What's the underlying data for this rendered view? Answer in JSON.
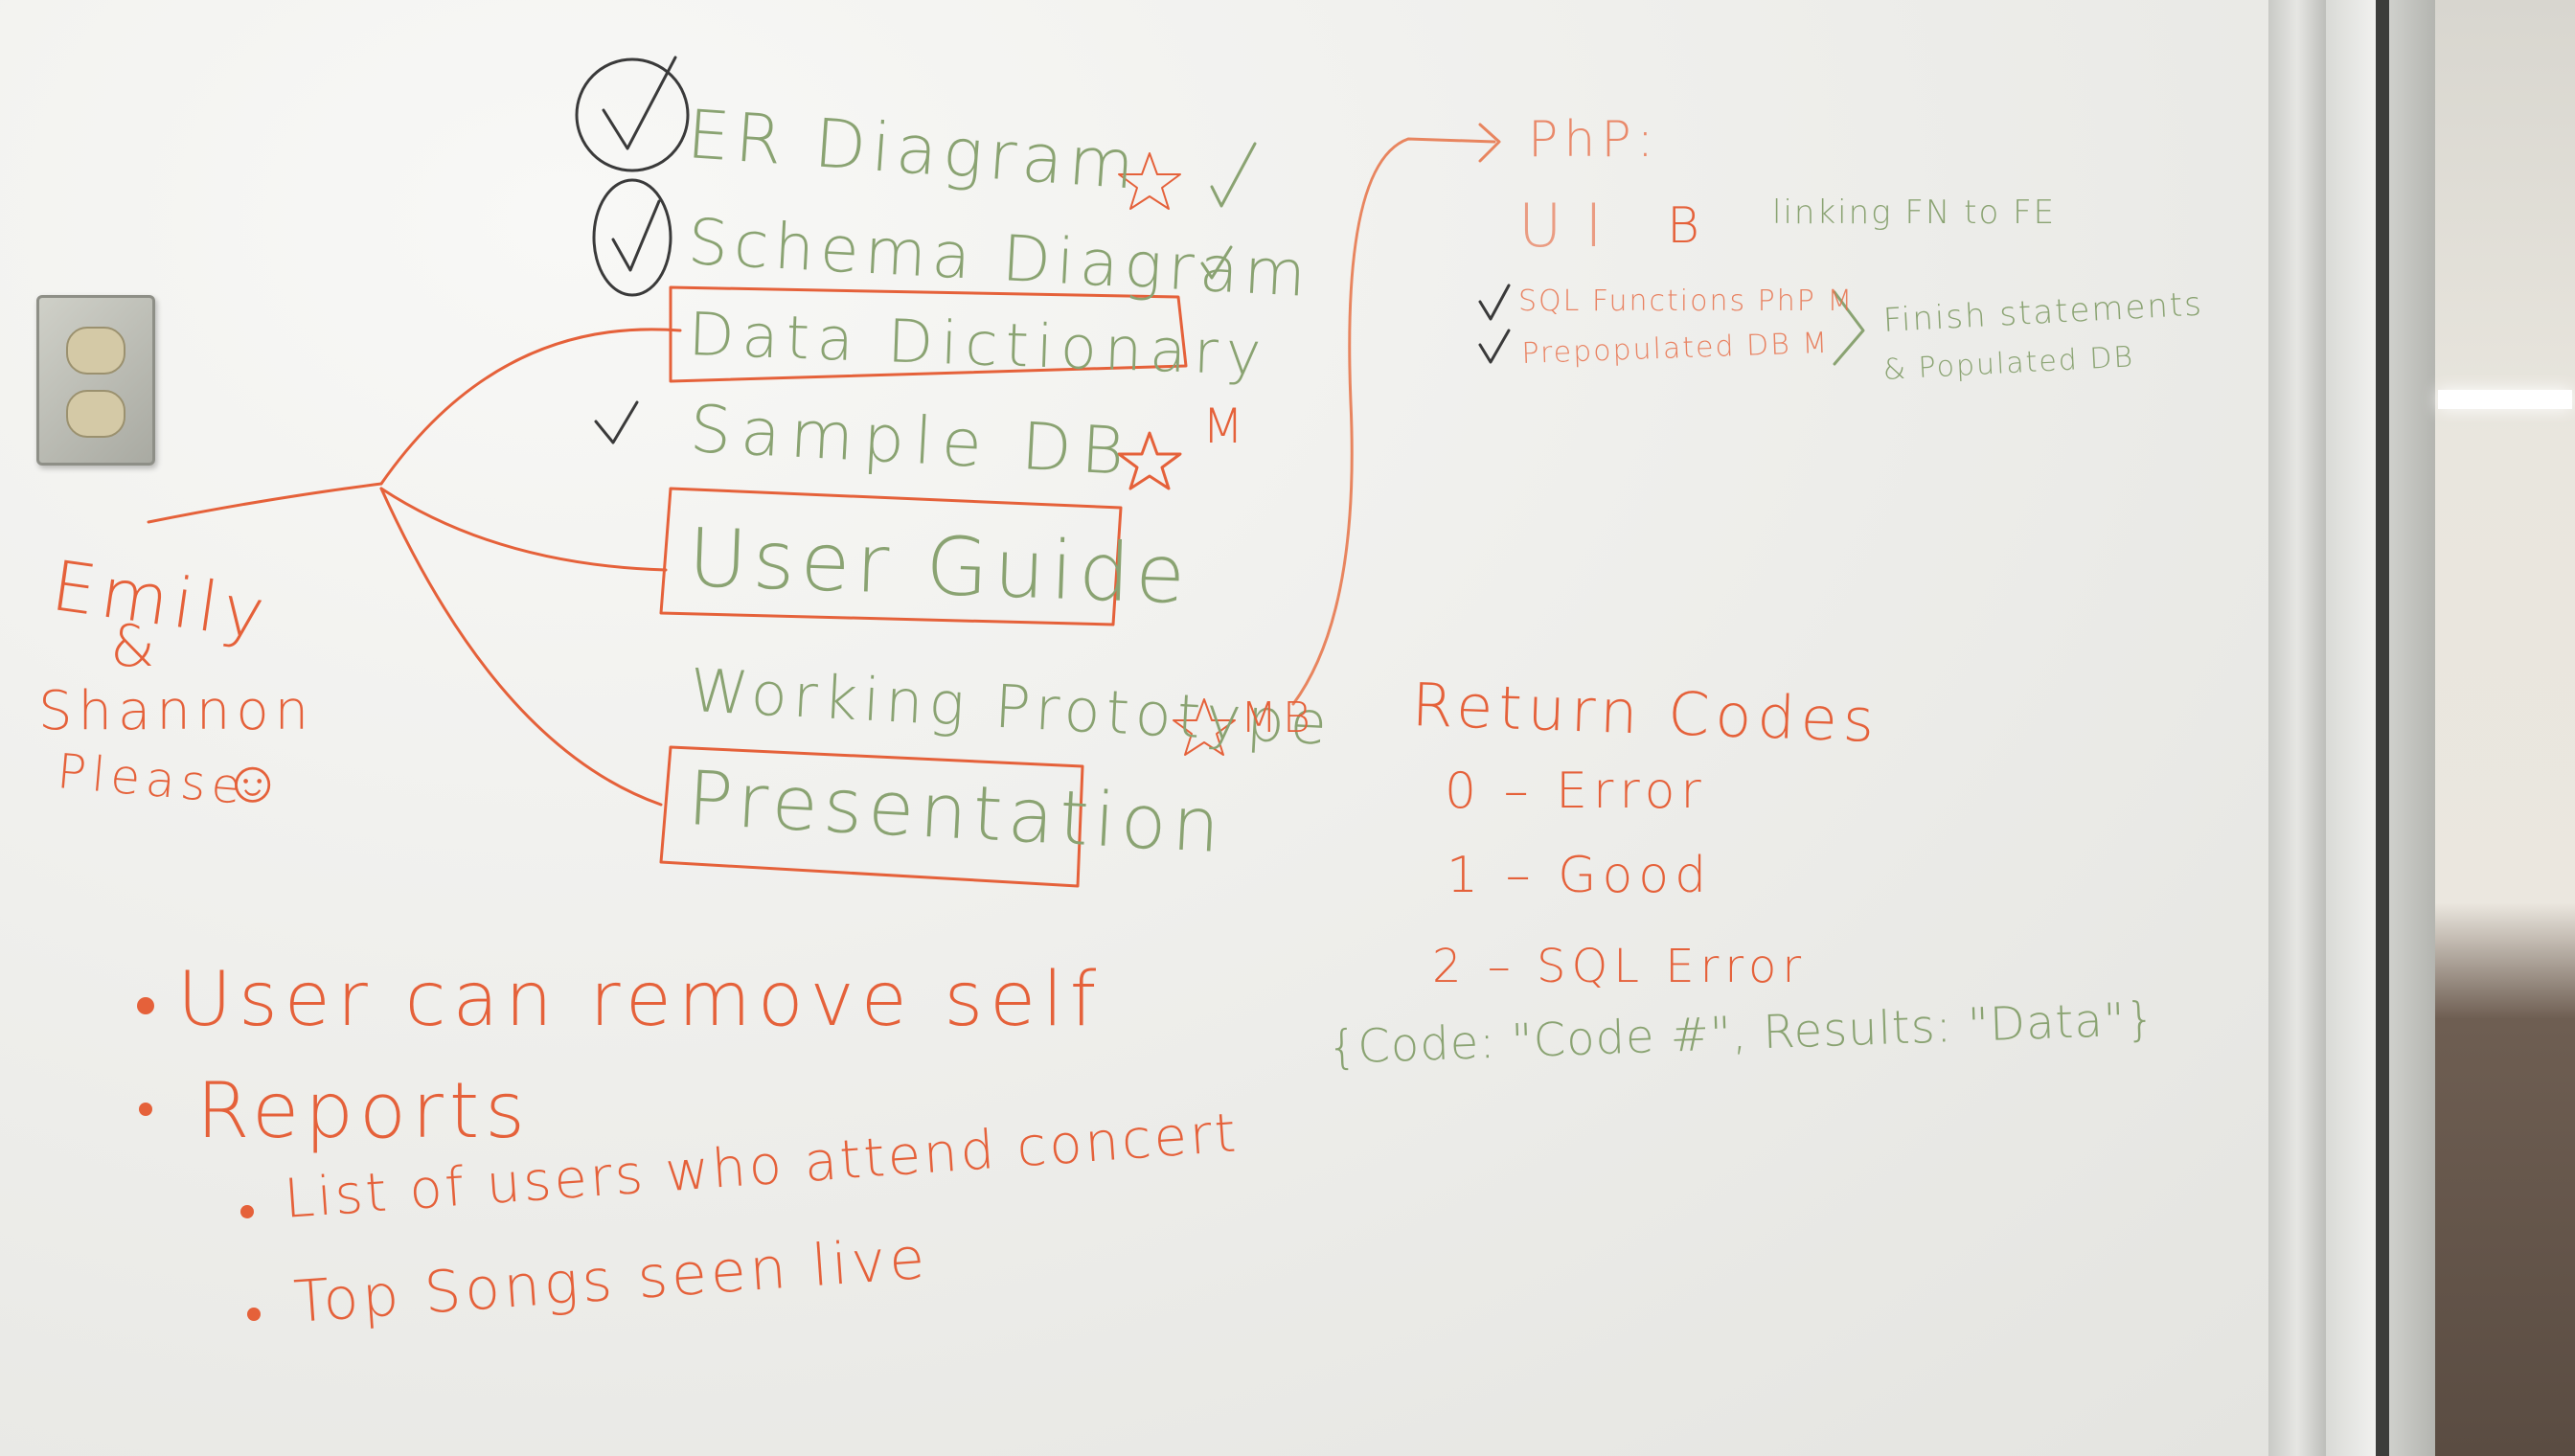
{
  "tasks": {
    "er_diagram": "ER Diagram",
    "schema_diagram": "Schema Diagram",
    "data_dictionary": "Data Dictionary",
    "sample_db": "Sample DB",
    "sample_db_mark": "M",
    "user_guide": "User Guide",
    "working_prototype": "Working Prototype",
    "working_prototype_mark": "MB",
    "presentation": "Presentation"
  },
  "people": {
    "name1": "Emily",
    "amp": "&",
    "name2": "Shannon",
    "please": "Please",
    "smiley": "☺"
  },
  "php": {
    "title": "PhP:",
    "ui": "UI",
    "b": "B",
    "linking": "linking FN to FE",
    "sql_functions": "SQL Functions PhP M",
    "prepopulated": "Prepopulated DB M",
    "finish_1": "Finish statements",
    "finish_2": "& Populated DB"
  },
  "return_codes": {
    "title": "Return Codes",
    "code0": "0 – Error",
    "code1": "1 – Good",
    "code2": "2 – SQL Error",
    "format": "{Code: \"Code #\", Results: \"Data\"}"
  },
  "requirements": {
    "item1": "User can remove self",
    "item2": "Reports",
    "sub1": "List of users who attend concert",
    "sub2": "Top Songs seen live"
  },
  "colors": {
    "red_marker": "#e5613a",
    "green_marker": "#8aa372",
    "board": "#efefec"
  }
}
